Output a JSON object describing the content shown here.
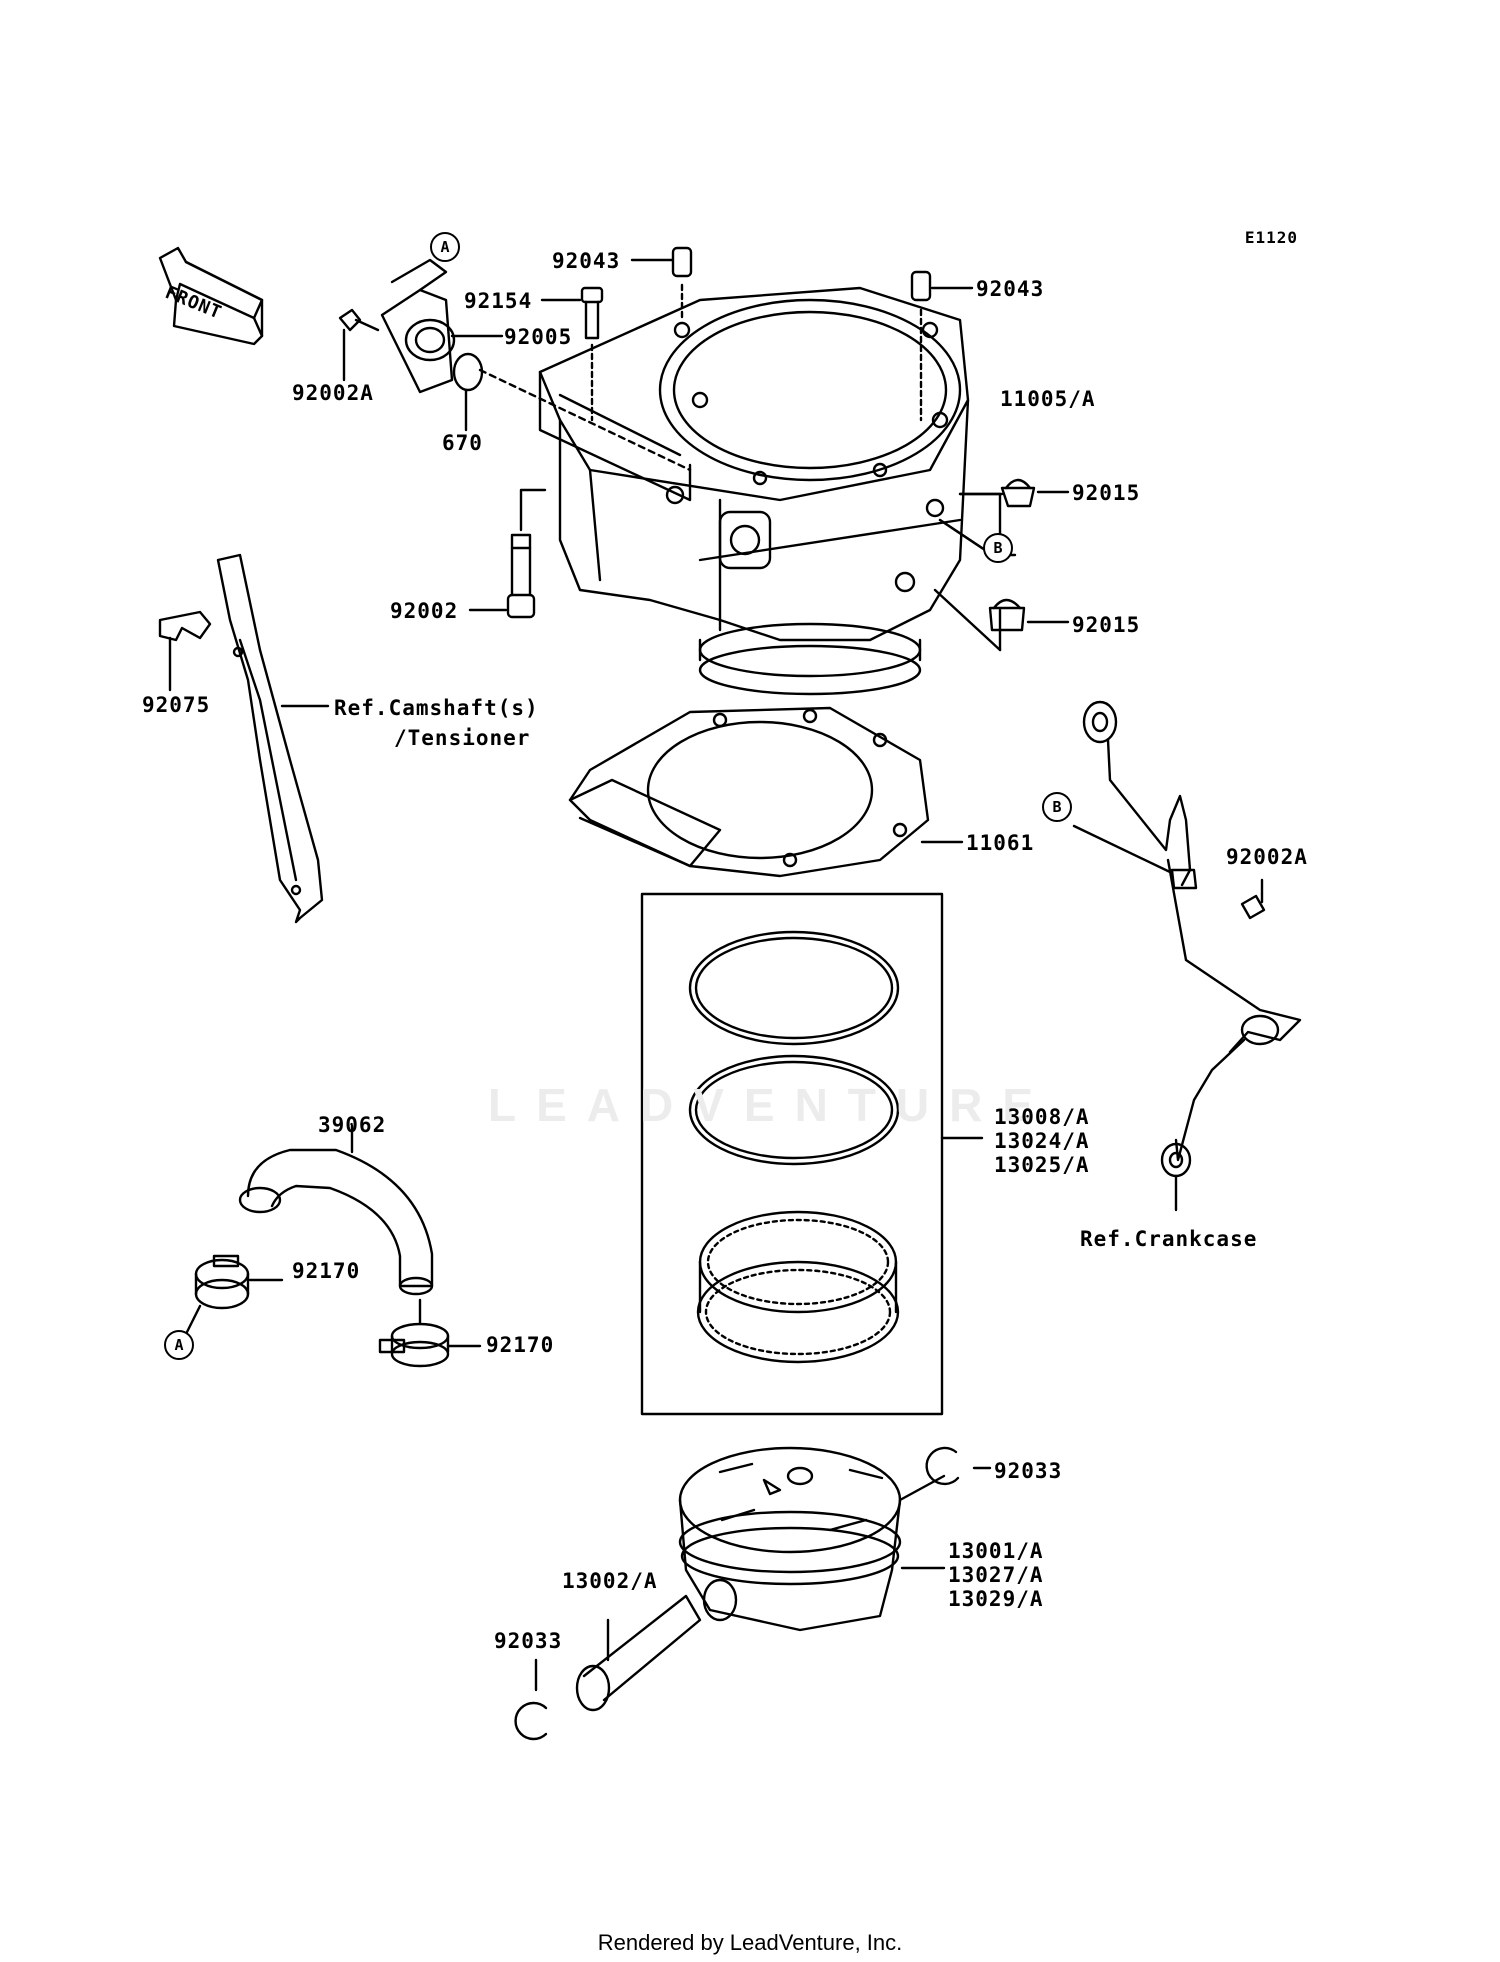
{
  "diagram_code": "E1120",
  "front_arrow_label": "FRONT",
  "watermark": "LEADVENTURE",
  "footer": "Rendered by LeadVenture, Inc.",
  "callouts": {
    "A": "A",
    "B": "B"
  },
  "parts": {
    "p92043_top": "92043",
    "p92043_right": "92043",
    "p92154": "92154",
    "p92005": "92005",
    "p92002A_left": "92002A",
    "p670": "670",
    "p11005A": "11005/A",
    "p92015_top": "92015",
    "p92015_bottom": "92015",
    "p92002": "92002",
    "p92075": "92075",
    "ref_camshaft_line1": "Ref.Camshaft(s)",
    "ref_camshaft_line2": "/Tensioner",
    "p11061": "11061",
    "p92002A_right": "92002A",
    "ring_set_line1": "13008/A",
    "ring_set_line2": "13024/A",
    "ring_set_line3": "13025/A",
    "ref_crankcase": "Ref.Crankcase",
    "p39062": "39062",
    "p92170_top": "92170",
    "p92170_bottom": "92170",
    "p92033_right": "92033",
    "p92033_left": "92033",
    "piston_line1": "13001/A",
    "piston_line2": "13027/A",
    "piston_line3": "13029/A",
    "p13002A": "13002/A"
  }
}
